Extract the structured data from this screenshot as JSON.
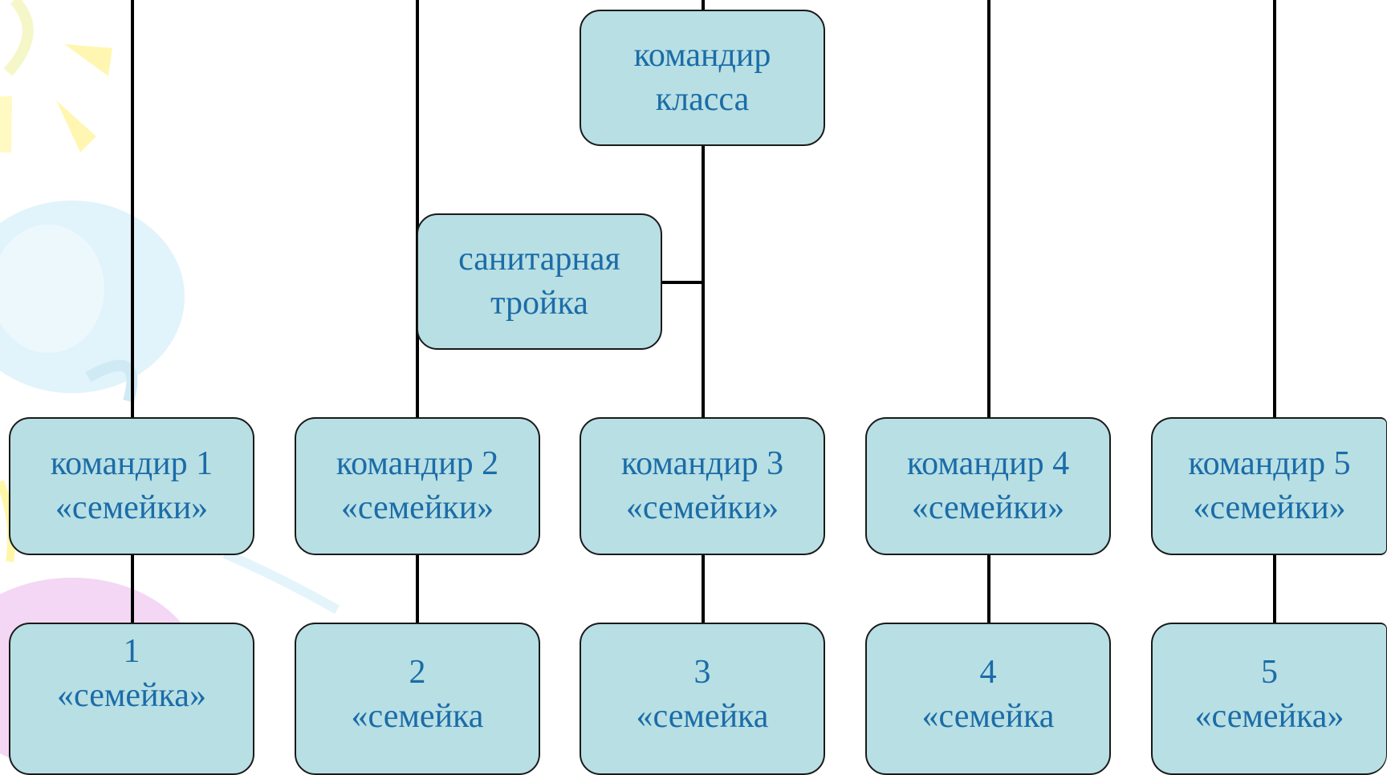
{
  "colors": {
    "box_fill": "#b8dfe3",
    "box_border": "#1a1a1a",
    "text": "#1b6ca8",
    "connector": "#000000",
    "bg_yellow": "#fff6a8",
    "bg_blue": "#d9f0fa",
    "bg_pink": "#f3d3f3"
  },
  "top": {
    "line1": "командир",
    "line2": "класса"
  },
  "sanitary": {
    "line1": "санитарная",
    "line2": "тройка"
  },
  "commanders": [
    {
      "line1": "командир 1",
      "line2": "«семейки»"
    },
    {
      "line1": "командир 2",
      "line2": "«семейки»"
    },
    {
      "line1": "командир 3",
      "line2": "«семейки»"
    },
    {
      "line1": "командир 4",
      "line2": "«семейки»"
    },
    {
      "line1": "командир 5",
      "line2": "«семейки»"
    }
  ],
  "families": [
    {
      "line1": "1",
      "line2": "«семейка»"
    },
    {
      "line1": "2",
      "line2": "«семейка"
    },
    {
      "line1": "3",
      "line2": "«семейка"
    },
    {
      "line1": "4",
      "line2": "«семейка"
    },
    {
      "line1": "5",
      "line2": "«семейка»"
    }
  ]
}
